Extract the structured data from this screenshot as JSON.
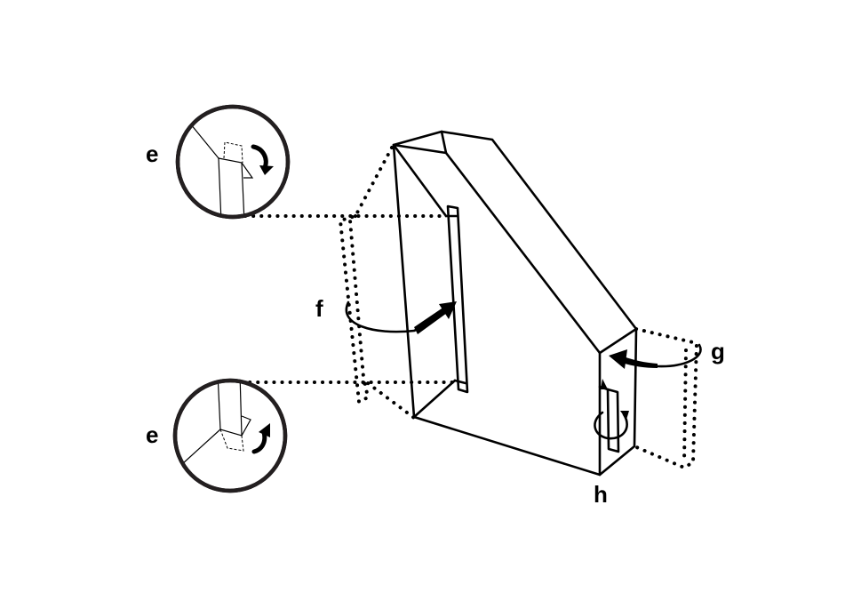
{
  "labels": {
    "e_top": "e",
    "e_bottom": "e",
    "f": "f",
    "g": "g",
    "h": "h"
  },
  "colors": {
    "line": "#000000",
    "ring": "#231f20",
    "background": "#ffffff"
  },
  "icons": {
    "rotate": "curved-arrow-icon"
  }
}
